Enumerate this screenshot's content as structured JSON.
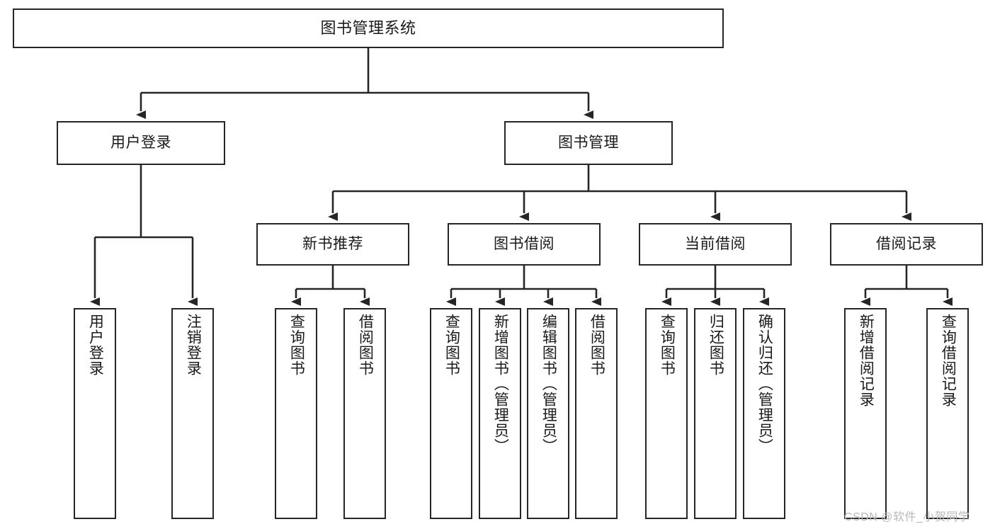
{
  "diagram": {
    "title": "图书管理系统",
    "type": "功能结构图",
    "root": {
      "id": "root",
      "label": "图书管理系统"
    },
    "level2": [
      {
        "id": "user-login",
        "label": "用户登录"
      },
      {
        "id": "book-manage",
        "label": "图书管理"
      }
    ],
    "level3": [
      {
        "id": "new-book-rec",
        "label": "新书推荐",
        "parent": "book-manage"
      },
      {
        "id": "book-borrow",
        "label": "图书借阅",
        "parent": "book-manage"
      },
      {
        "id": "current-borrow",
        "label": "当前借阅",
        "parent": "book-manage"
      },
      {
        "id": "borrow-record",
        "label": "借阅记录",
        "parent": "book-manage"
      }
    ],
    "leaves": [
      {
        "id": "leaf-user-login",
        "label": "用户登录",
        "parent": "user-login"
      },
      {
        "id": "leaf-user-logout",
        "label": "注销登录",
        "parent": "user-login"
      },
      {
        "id": "leaf-rec-query-book",
        "label": "查询图书",
        "parent": "new-book-rec"
      },
      {
        "id": "leaf-rec-borrow-book",
        "label": "借阅图书",
        "parent": "new-book-rec"
      },
      {
        "id": "leaf-borrow-query-book",
        "label": "查询图书",
        "parent": "book-borrow"
      },
      {
        "id": "leaf-borrow-add-book",
        "label": "新增图书（管理员）",
        "parent": "book-borrow"
      },
      {
        "id": "leaf-borrow-edit-book",
        "label": "编辑图书（管理员）",
        "parent": "book-borrow"
      },
      {
        "id": "leaf-borrow-borrow-book",
        "label": "借阅图书",
        "parent": "book-borrow"
      },
      {
        "id": "leaf-current-query-book",
        "label": "查询图书",
        "parent": "current-borrow"
      },
      {
        "id": "leaf-current-return-book",
        "label": "归还图书",
        "parent": "current-borrow"
      },
      {
        "id": "leaf-current-confirm-return",
        "label": "确认归还（管理员）",
        "parent": "current-borrow"
      },
      {
        "id": "leaf-record-add",
        "label": "新增借阅记录",
        "parent": "borrow-record"
      },
      {
        "id": "leaf-record-query",
        "label": "查询借阅记录",
        "parent": "borrow-record"
      }
    ],
    "watermark": "CSDN @软件_小贺同学",
    "colors": {
      "stroke": "#262626",
      "fill": "#ffffff",
      "text": "#1a1a1a",
      "watermark": "#b8b8b8"
    }
  }
}
